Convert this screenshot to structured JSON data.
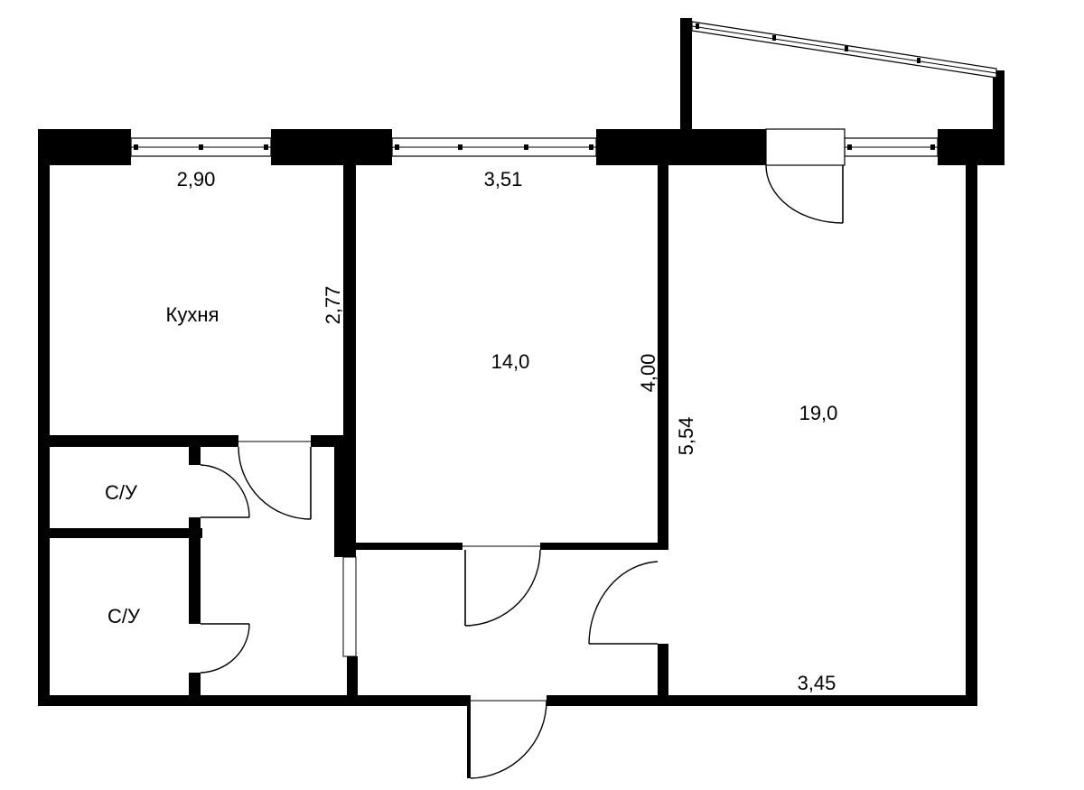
{
  "colors": {
    "walls": "#000000",
    "background": "#ffffff",
    "text": "#000000"
  },
  "rooms": {
    "kitchen": {
      "name": "Кухня"
    },
    "bath1": {
      "name": "С/У"
    },
    "bath2": {
      "name": "С/У"
    },
    "room_middle": {
      "area": "14,0"
    },
    "room_large": {
      "area": "19,0"
    }
  },
  "dimensions": {
    "kitchen_width": "2,90",
    "kitchen_depth": "2,77",
    "middle_width": "3,51",
    "middle_depth": "4,00",
    "large_depth": "5,54",
    "large_width": "3,45"
  }
}
